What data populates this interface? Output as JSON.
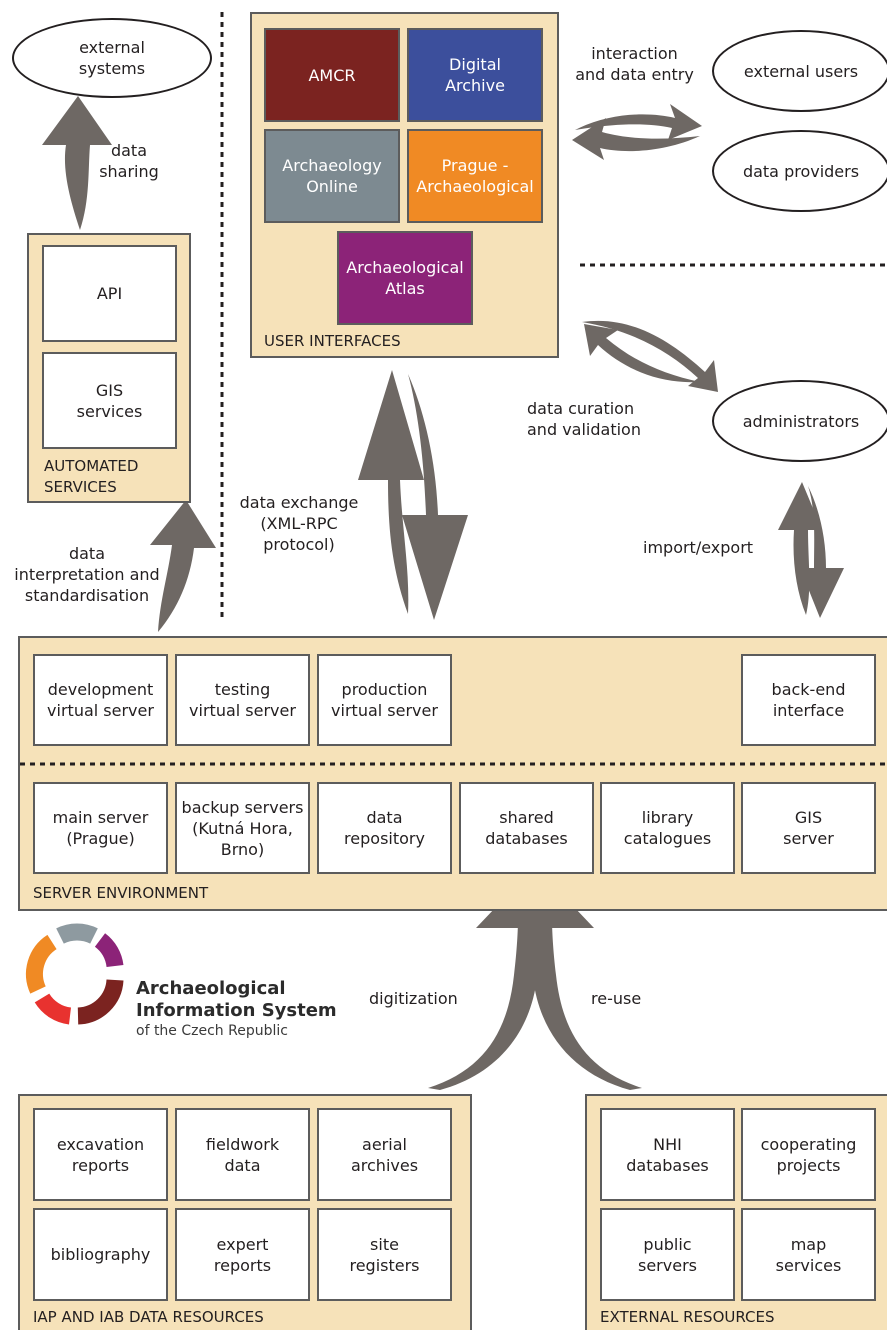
{
  "colors": {
    "panel_fill": "#f6e2b9",
    "panel_border": "#5c5c5c",
    "arrow": "#6e6864",
    "amcr": "#7b2320",
    "digital_archive": "#3c4f9c",
    "archaeology_online": "#7d8a91",
    "prague": "#f08a24",
    "atlas": "#8c2378"
  },
  "external_systems": "external\nsystems",
  "data_sharing": "data\nsharing",
  "automated": {
    "title": "AUTOMATED\nSERVICES",
    "api": "API",
    "gis": "GIS\nservices"
  },
  "user_interfaces": {
    "title": "USER INTERFACES",
    "amcr": "AMCR",
    "digital_archive": "Digital\nArchive",
    "archaeology_online": "Archaeology\nOnline",
    "prague": "Prague -\nArchaeological",
    "atlas": "Archaeological\nAtlas"
  },
  "interaction_label": "interaction\nand data entry",
  "external_users": "external users",
  "data_providers": "data providers",
  "data_curation_label": "data curation\nand validation",
  "administrators": "administrators",
  "data_exchange_label": "data exchange\n(XML-RPC\nprotocol)",
  "import_export_label": "import/export",
  "interpretation_label": "data\ninterpretation and\nstandardisation",
  "server": {
    "title": "SERVER ENVIRONMENT",
    "development": "development\nvirtual server",
    "testing": "testing\nvirtual server",
    "production": "production\nvirtual server",
    "backend": "back-end\ninterface",
    "main": "main server\n(Prague)",
    "backup": "backup servers\n(Kutná Hora,\nBrno)",
    "repository": "data\nrepository",
    "shared": "shared\ndatabases",
    "library": "library\ncatalogues",
    "gis_server": "GIS\nserver"
  },
  "logo": {
    "line1": "Archaeological",
    "line2": "Information System",
    "line3": "of the Czech Republic"
  },
  "digitization_label": "digitization",
  "reuse_label": "re-use",
  "iap": {
    "title": "IAP AND IAB DATA RESOURCES",
    "excavation": "excavation\nreports",
    "fieldwork": "fieldwork\ndata",
    "aerial": "aerial\narchives",
    "bibliography": "bibliography",
    "expert": "expert\nreports",
    "site": "site\nregisters"
  },
  "external_resources": {
    "title": "EXTERNAL RESOURCES",
    "nhi": "NHI\ndatabases",
    "cooperating": "cooperating\nprojects",
    "public": "public\nservers",
    "map": "map\nservices"
  }
}
